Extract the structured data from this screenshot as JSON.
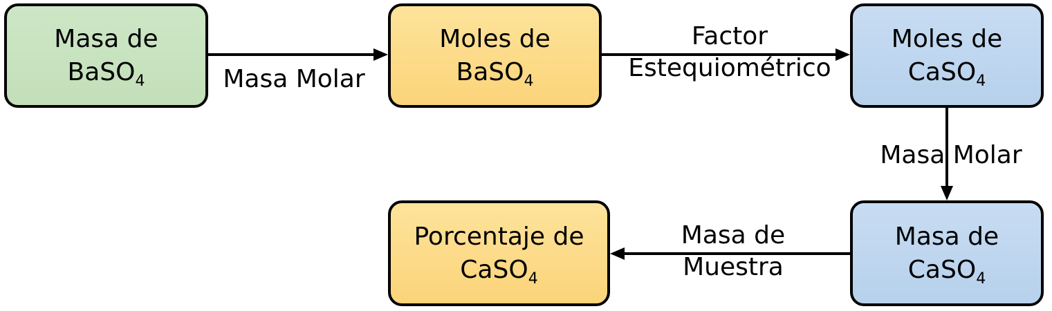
{
  "nodes": {
    "masa_baso4": {
      "line1": "Masa de",
      "line2_base": "BaSO",
      "line2_sub": "4",
      "color": "#c8e2c0"
    },
    "moles_baso4": {
      "line1": "Moles de",
      "line2_base": "BaSO",
      "line2_sub": "4",
      "color": "#fcdb86"
    },
    "moles_caso4": {
      "line1": "Moles de",
      "line2_base": "CaSO",
      "line2_sub": "4",
      "color": "#bfd6ef"
    },
    "masa_caso4": {
      "line1": "Masa de",
      "line2_base": "CaSO",
      "line2_sub": "4",
      "color": "#bfd6ef"
    },
    "porcentaje_caso4": {
      "line1": "Porcentaje de",
      "line2_base": "CaSO",
      "line2_sub": "4",
      "color": "#fcdb86"
    }
  },
  "edges": {
    "masa_to_moles_baso4": {
      "label": "Masa Molar"
    },
    "baso4_to_caso4": {
      "label_line1": "Factor",
      "label_line2": "Estequiométrico"
    },
    "moles_to_masa_caso4": {
      "label": "Masa Molar"
    },
    "masa_caso4_to_pct": {
      "label_line1": "Masa de",
      "label_line2": "Muestra"
    }
  },
  "colors": {
    "green": "#c8e2c0",
    "orange": "#fcdb86",
    "blue": "#bfd6ef",
    "stroke": "#000000"
  }
}
